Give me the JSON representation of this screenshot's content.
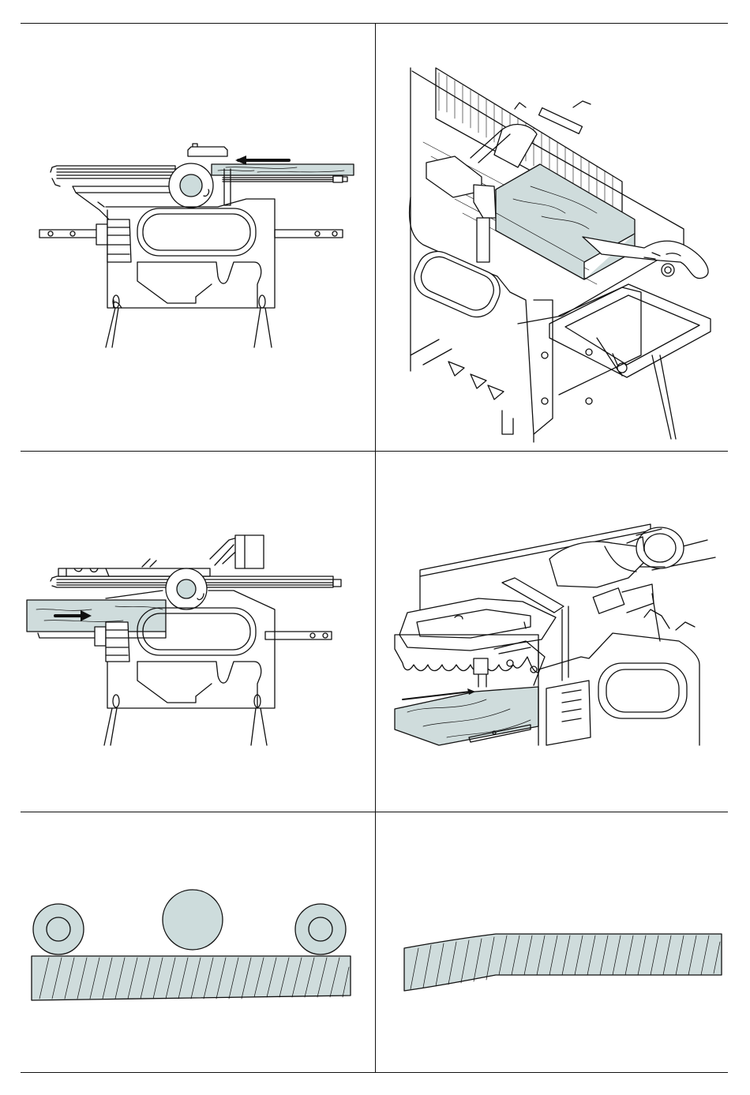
{
  "page": {
    "panels": [
      {
        "id": "fig-a",
        "illustration": "planer-surfacing-side-view"
      },
      {
        "id": "fig-b",
        "illustration": "planer-surfacing-perspective-push-stick"
      },
      {
        "id": "fig-c",
        "illustration": "thicknesser-side-view"
      },
      {
        "id": "fig-d",
        "illustration": "thicknesser-perspective"
      },
      {
        "id": "fig-e",
        "illustration": "warped-board-on-rollers"
      },
      {
        "id": "fig-f",
        "illustration": "tapered-board-result"
      }
    ]
  },
  "colors": {
    "line": "#111111",
    "wood_fill": "#cfdcdc",
    "roller_fill": "#cddcdc",
    "background": "#ffffff"
  }
}
